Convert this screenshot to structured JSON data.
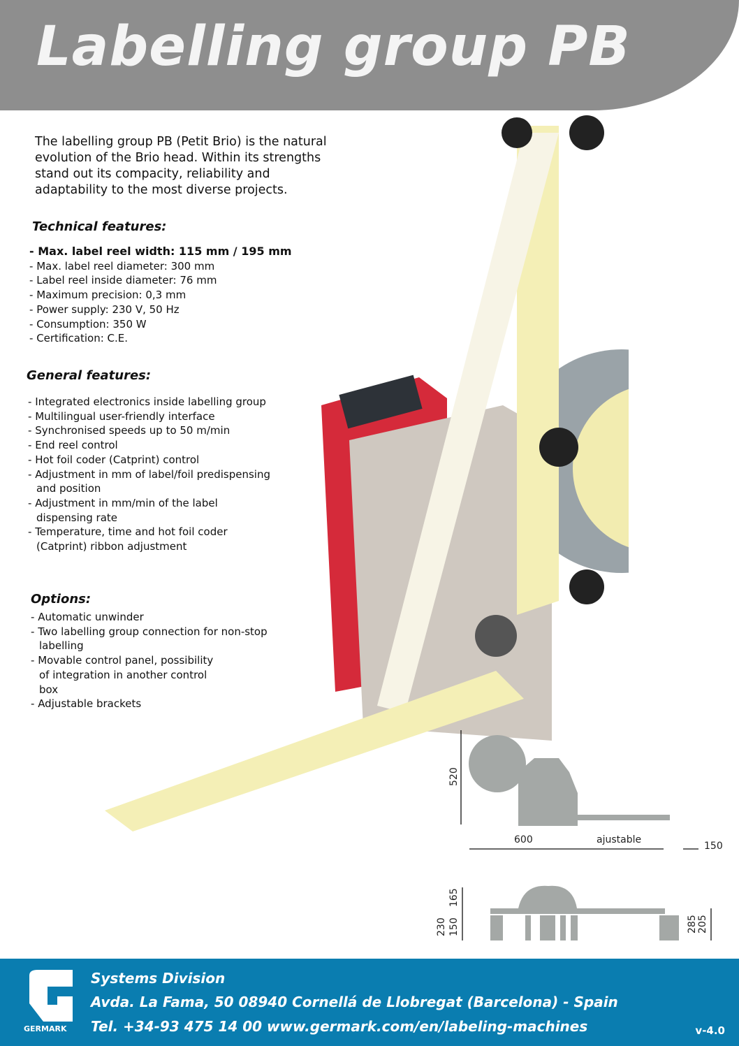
{
  "header": {
    "title": "Labelling group PB"
  },
  "intro": "The labelling group PB (Petit Brio) is the natural evolution of the Brio head. Within its strengths stand out its compacity, reliability and adaptability to the most diverse projects.",
  "technical": {
    "heading": "Technical features:",
    "items": [
      "Max. label reel width: 115 mm / 195 mm",
      "Max. label reel diameter: 300 mm",
      "Label reel inside diameter: 76 mm",
      "Maximum precision: 0,3 mm",
      "Power supply: 230 V, 50 Hz",
      "Consumption: 350 W",
      "Certification: C.E."
    ]
  },
  "general": {
    "heading": "General features:",
    "items": [
      "Integrated electronics inside labelling group",
      "Multilingual user-friendly interface",
      "Synchronised speeds up to 50 m/min",
      "End reel control",
      "Hot foil coder (Catprint) control",
      "Adjustment in mm of label/foil predispensing and position",
      "Adjustment in mm/min of the label dispensing rate",
      "Temperature, time and hot foil coder (Catprint) ribbon adjustment"
    ]
  },
  "options": {
    "heading": "Options:",
    "items": [
      "Automatic unwinder",
      "Two labelling group connection for non-stop labelling",
      "Movable control panel, possibility of integration in another control box",
      "Adjustable brackets"
    ]
  },
  "dimensions": {
    "height": "520",
    "length": "600",
    "adjustable": "ajustable",
    "offset": "150",
    "top_upper": "165",
    "top_lower_a": "230",
    "top_lower_b": "150",
    "right_a": "285",
    "right_b": "205"
  },
  "footer": {
    "division": "Systems Division",
    "address": "Avda. La Fama, 50 08940 Cornellá de Llobregat (Barcelona) - Spain",
    "contact": "Tel. +34-93 475 14 00  www.germark.com/en/labeling-machines",
    "brand": "GERMARK",
    "version": "v-4.0"
  },
  "colors": {
    "header": "#8e8e8e",
    "footer": "#0a7db0",
    "machine": "#d52a3a"
  }
}
